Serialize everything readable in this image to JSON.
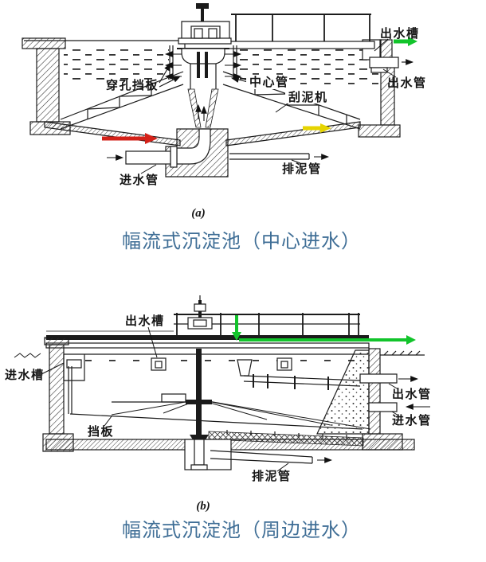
{
  "figure_a": {
    "letter": "(a)",
    "caption": "幅流式沉淀池（中心进水）",
    "labels": {
      "perforated_baffle": "穿孔挡板",
      "center_pipe": "中心管",
      "sludge_scraper": "刮泥机",
      "effluent_trough": "出水槽",
      "effluent_pipe": "出水管",
      "influent_pipe": "进水管",
      "sludge_pipe": "排泥管"
    }
  },
  "figure_b": {
    "letter": "(b)",
    "caption": "幅流式沉淀池（周边进水）",
    "labels": {
      "effluent_trough": "出水槽",
      "influent_trough": "进水槽",
      "effluent_pipe": "出水管",
      "influent_pipe": "进水管",
      "baffle": "挡板",
      "sludge_pipe": "排泥管"
    }
  },
  "colors": {
    "linework": "#1b1b1b",
    "caption_blue": "#3f6e96",
    "flow_green": "#12c42b",
    "flow_red": "#d32118",
    "flow_yellow": "#e6d400"
  }
}
